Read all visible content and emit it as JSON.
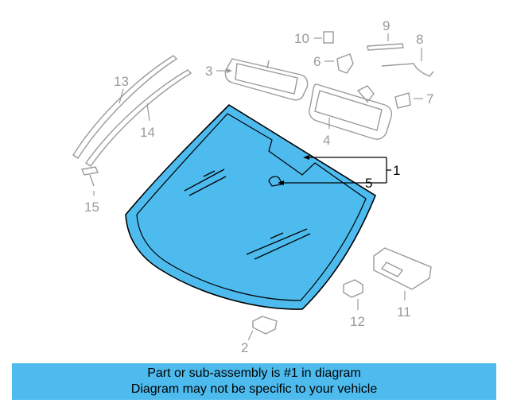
{
  "callouts": {
    "p1": "1",
    "p2": "2",
    "p3": "3",
    "p4": "4",
    "p5": "5",
    "p6": "6",
    "p7": "7",
    "p8": "8",
    "p9": "9",
    "p10": "10",
    "p11": "11",
    "p12": "12",
    "p13": "13",
    "p14": "14",
    "p15": "15"
  },
  "caption": {
    "line1": "Part or sub-assembly is #1 in diagram",
    "line2": "Diagram may not be specific to your vehicle"
  },
  "colors": {
    "highlight": "#4dbbee",
    "glass": "#4dbbee",
    "linework": "#9a9a9a"
  }
}
